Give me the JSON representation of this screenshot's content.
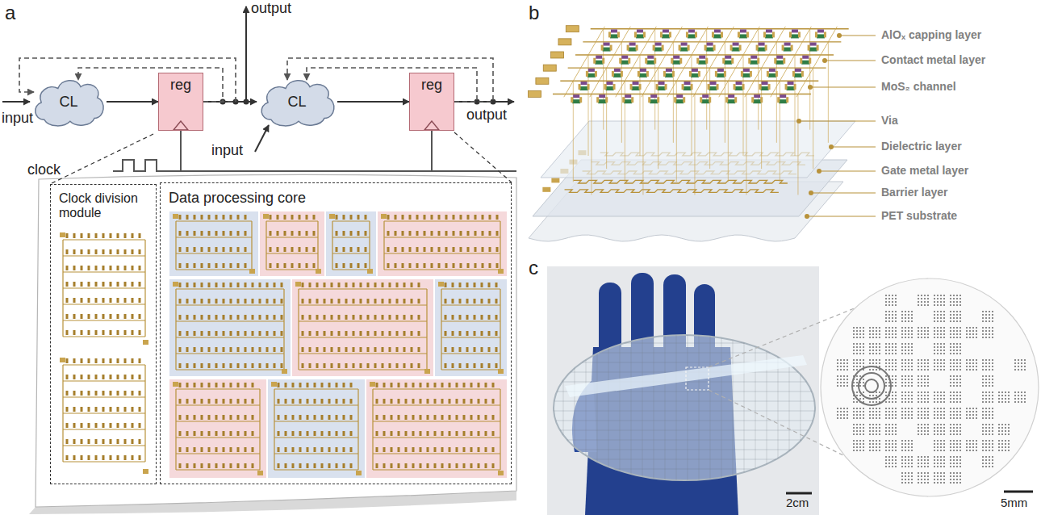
{
  "diagram": {
    "nodes": [
      {
        "text": [
          "CL"
        ]
      },
      {
        "text": [
          "reg"
        ]
      },
      {
        "text": [
          "CL"
        ]
      },
      {
        "text": [
          "reg"
        ]
      },
      {
        "text": [
          "Clock division module"
        ]
      },
      {
        "text": [
          "Data processing core"
        ]
      }
    ],
    "edges": [
      {
        "from": 0,
        "to": 1,
        "arrow": "to"
      },
      {
        "from": 1,
        "to": 2,
        "arrow": "to"
      },
      {
        "from": 2,
        "to": 3,
        "arrow": "to"
      },
      {
        "from": 1,
        "to": 0,
        "arrow": "to"
      },
      {
        "from": 1,
        "to": 0,
        "arrow": "to"
      },
      {
        "from": 3,
        "to": 2,
        "arrow": "to"
      },
      {
        "from": 3,
        "to": 2,
        "arrow": "to"
      }
    ],
    "labels": [
      "a",
      "output",
      "input",
      "input",
      "output",
      "clock",
      "b",
      "AlOₓ capping layer",
      "Contact metal layer",
      "MoS₂ channel",
      "Via",
      "Dielectric layer",
      "Gate metal layer",
      "Barrier layer",
      "PET substrate",
      "c",
      "2cm",
      "5mm"
    ]
  }
}
